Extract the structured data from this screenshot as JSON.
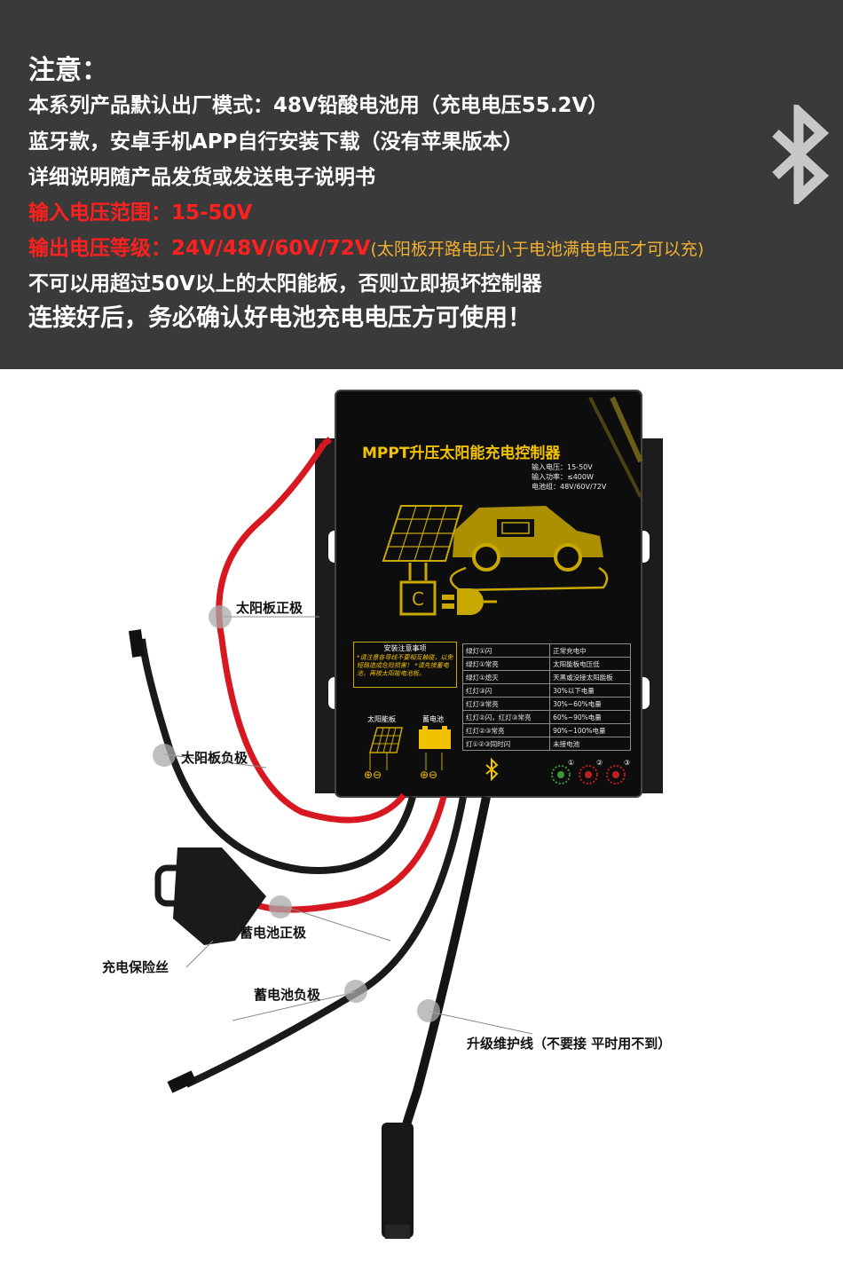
{
  "notice": {
    "title": "注意：",
    "lines": [
      "本系列产品默认出厂模式：48V铅酸电池用（充电电压55.2V）",
      "蓝牙款，安卓手机APP自行安装下载（没有苹果版本）",
      "详细说明随产品发货或发送电子说明书",
      "输入电压范围：15-50V",
      "输出电压等级：24V/48V/60V/72V",
      "不可以用超过50V以上的太阳能板，否则立即损坏控制器",
      "连接好后，务必确认好电池充电电压方可使用！"
    ],
    "output_note": "(太阳板开路电压小于电池满电电压才可以充)",
    "colors": {
      "background": "#3a3a3a",
      "text": "#ffffff",
      "warning": "#ff2020",
      "note": "#f0b030"
    }
  },
  "device": {
    "title": "MPPT升压太阳能充电控制器",
    "specs": [
      "输入电压：15-50V",
      "输入功率：≤400W",
      "电池组：48V/60V/72V"
    ],
    "notice_title": "安装注意事项",
    "notice_text": "*请注意各导线不要相互触碰，以免短路造成危险损害！ *请先接蓄电池，再接太阳能电池板。",
    "status_table": [
      [
        "绿灯①闪",
        "正常充电中"
      ],
      [
        "绿灯①常亮",
        "太阳能板电压低"
      ],
      [
        "绿灯①熄灭",
        "天黑或没接太阳能板"
      ],
      [
        "红灯③闪",
        "30%以下电量"
      ],
      [
        "红灯③常亮",
        "30%~60%电量"
      ],
      [
        "红灯②闪，红灯③常亮",
        "60%~90%电量"
      ],
      [
        "红灯②③常亮",
        "90%~100%电量"
      ],
      [
        "灯①②③同时闪",
        "未接电池"
      ]
    ],
    "port_solar": "太阳能板",
    "port_battery": "蓄电池",
    "led_numbers": [
      "①",
      "②",
      "③"
    ],
    "accent_color": "#f2c200"
  },
  "callouts": {
    "solar_positive": "太阳板正极",
    "solar_negative": "太阳板负极",
    "battery_positive": "蓄电池正极",
    "fuse": "充电保险丝",
    "battery_negative": "蓄电池负极",
    "upgrade_cable": "升级维护线（不要接 平时用不到）"
  },
  "icons": [
    "bluetooth-icon",
    "solar-panel-icon",
    "car-icon",
    "plug-icon",
    "battery-icon",
    "led-icon"
  ]
}
